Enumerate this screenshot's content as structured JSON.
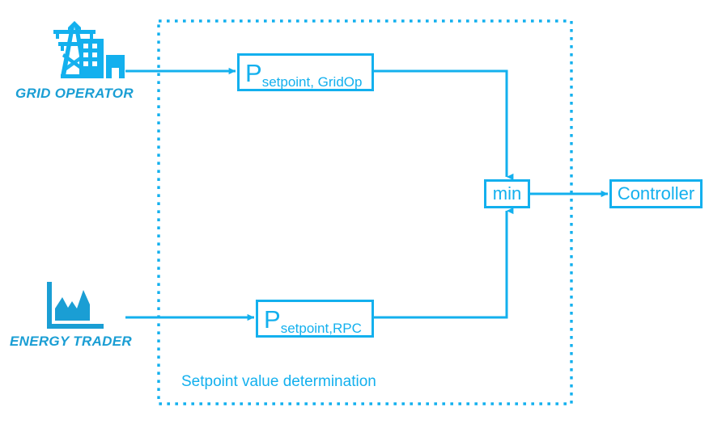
{
  "diagram": {
    "title": "Setpoint value determination",
    "colors": {
      "primary": "#13b0ee",
      "label": "#1a9ed4",
      "background": "#ffffff"
    },
    "region": {
      "caption": "Setpoint value determination",
      "border_style": "dotted"
    },
    "actors": [
      {
        "id": "grid-operator",
        "label": "GRID OPERATOR",
        "icon": "transmission-tower-building-icon"
      },
      {
        "id": "energy-trader",
        "label": "ENERGY TRADER",
        "icon": "chart-graph-icon"
      }
    ],
    "nodes": [
      {
        "id": "setpoint-gridop",
        "base": "P",
        "subscript": "setpoint, GridOp"
      },
      {
        "id": "setpoint-rpc",
        "base": "P",
        "subscript": "setpoint,RPC"
      },
      {
        "id": "min",
        "label": "min"
      },
      {
        "id": "controller",
        "label": "Controller"
      }
    ],
    "connections": [
      {
        "from": "grid-operator",
        "to": "setpoint-gridop"
      },
      {
        "from": "energy-trader",
        "to": "setpoint-rpc"
      },
      {
        "from": "setpoint-gridop",
        "to": "min"
      },
      {
        "from": "setpoint-rpc",
        "to": "min"
      },
      {
        "from": "min",
        "to": "controller"
      }
    ]
  }
}
